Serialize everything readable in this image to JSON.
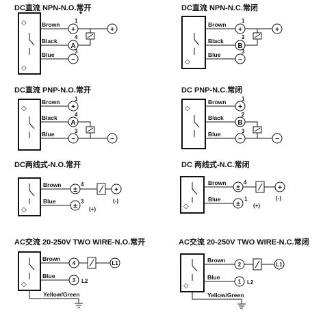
{
  "colors": {
    "line": "#111111",
    "background": "#ffffff"
  },
  "panels": [
    {
      "title": "DC直流 NPN-N.O.常开",
      "wires": [
        {
          "label": "Brown",
          "pin": "1",
          "mark": "+"
        },
        {
          "label": "Black",
          "pin": "4",
          "mark": "A"
        },
        {
          "label": "Blue",
          "pin": "3",
          "mark": "−"
        }
      ],
      "supply": [
        "+"
      ],
      "asterisk": "*"
    },
    {
      "title": "DC直流 NPN-N.C.常闭",
      "wires": [
        {
          "label": "Brown",
          "pin": "1",
          "mark": "+"
        },
        {
          "label": "Black",
          "pin": "2",
          "mark": "B"
        },
        {
          "label": "Blue",
          "pin": "3",
          "mark": "−"
        }
      ],
      "supply": [
        "+"
      ]
    },
    {
      "title": "DC直流 PNP-N.O.常开",
      "wires": [
        {
          "label": "Brown",
          "pin": "1",
          "mark": "+"
        },
        {
          "label": "Black",
          "pin": "4",
          "mark": "A"
        },
        {
          "label": "Blue",
          "pin": "3",
          "mark": "−"
        }
      ],
      "supply": [
        "−"
      ]
    },
    {
      "title": "DC PNP-N.C.常闭",
      "wires": [
        {
          "label": "Brown",
          "pin": "1",
          "mark": "+"
        },
        {
          "label": "Black",
          "pin": "2",
          "mark": "B"
        },
        {
          "label": "Blue",
          "pin": "3",
          "mark": "−"
        }
      ],
      "supply": [
        "−"
      ]
    },
    {
      "title": "DC两线式-N.O.常开",
      "wires": [
        {
          "label": "Brown",
          "pin": "4",
          "mark": "±"
        },
        {
          "label": "Blue",
          "pin": "3",
          "mark": "±"
        }
      ],
      "supply": [
        "+",
        "(-)"
      ],
      "extra": "(+)"
    },
    {
      "title": "DC 两线式-N.C.常闭",
      "wires": [
        {
          "label": "Brown",
          "pin": "4",
          "mark": "±"
        },
        {
          "label": "Blue",
          "pin": "1",
          "mark": "±"
        }
      ],
      "supply": [
        "+",
        "(-)"
      ],
      "extra": "(+)"
    },
    {
      "title": "AC交流 20-250V  TWO WIRE-N.O.常开",
      "wires": [
        {
          "label": "Brown",
          "pin": "4",
          "mark": "4"
        },
        {
          "label": "Blue",
          "pin": "3",
          "mark": "3",
          "tail": "L2"
        }
      ],
      "supply": [
        "L1"
      ],
      "ground": "Yellow/Green"
    },
    {
      "title": "AC交流 20-250V  TWO WIRE-N.C.常闭",
      "wires": [
        {
          "label": "Brown",
          "pin": "2",
          "mark": "2"
        },
        {
          "label": "Blue",
          "pin": "1",
          "mark": "1",
          "tail": "L2"
        }
      ],
      "supply": [
        "L1"
      ],
      "ground": "Yellow/Green"
    }
  ]
}
